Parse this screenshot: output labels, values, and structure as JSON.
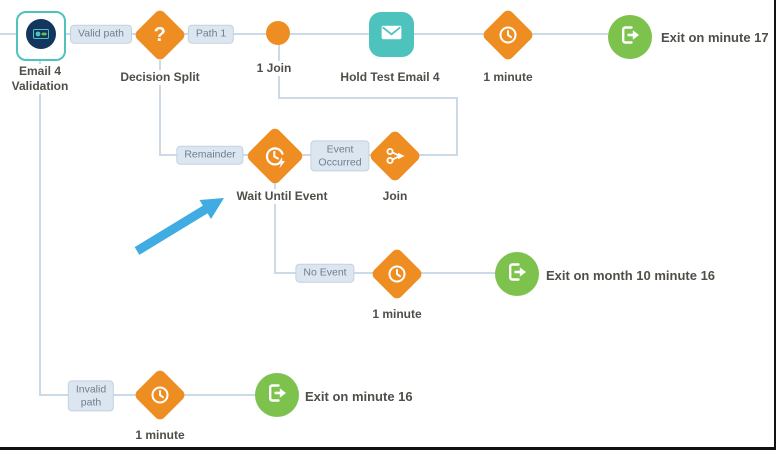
{
  "diagram": {
    "colors": {
      "orange": "#EE8E22",
      "teal": "#4EC3BD",
      "green": "#7CC24D",
      "navy": "#14355E",
      "connector": "#CCD9E6",
      "pill_bg": "#DCE6F0",
      "pill_border": "#C3D2E0",
      "pill_text": "#6F7E8F",
      "label_text": "#514E49",
      "arrow_blue": "#41ACE2"
    },
    "nodes": {
      "email_validation": {
        "label_line1": "Email 4",
        "label_line2": "Validation"
      },
      "decision_split": {
        "label": "Decision Split",
        "glyph": "?"
      },
      "join_dot": {
        "label": "1 Join"
      },
      "hold_email": {
        "label": "Hold Test Email 4"
      },
      "wait_top": {
        "label": "1 minute"
      },
      "exit_top": {
        "label": "Exit on minute 17"
      },
      "wait_until_event": {
        "label": "Wait Until Event"
      },
      "join": {
        "label": "Join"
      },
      "wait_mid": {
        "label": "1 minute"
      },
      "exit_mid": {
        "label": "Exit on month 10 minute 16"
      },
      "wait_bottom": {
        "label": "1 minute"
      },
      "exit_bottom": {
        "label": "Exit on minute 16"
      }
    },
    "edge_labels": {
      "valid_path": "Valid path",
      "path_1": "Path 1",
      "remainder": "Remainder",
      "event_occurred": {
        "line1": "Event",
        "line2": "Occurred"
      },
      "no_event": "No Event",
      "invalid_path": {
        "line1": "Invalid",
        "line2": "path"
      }
    }
  }
}
